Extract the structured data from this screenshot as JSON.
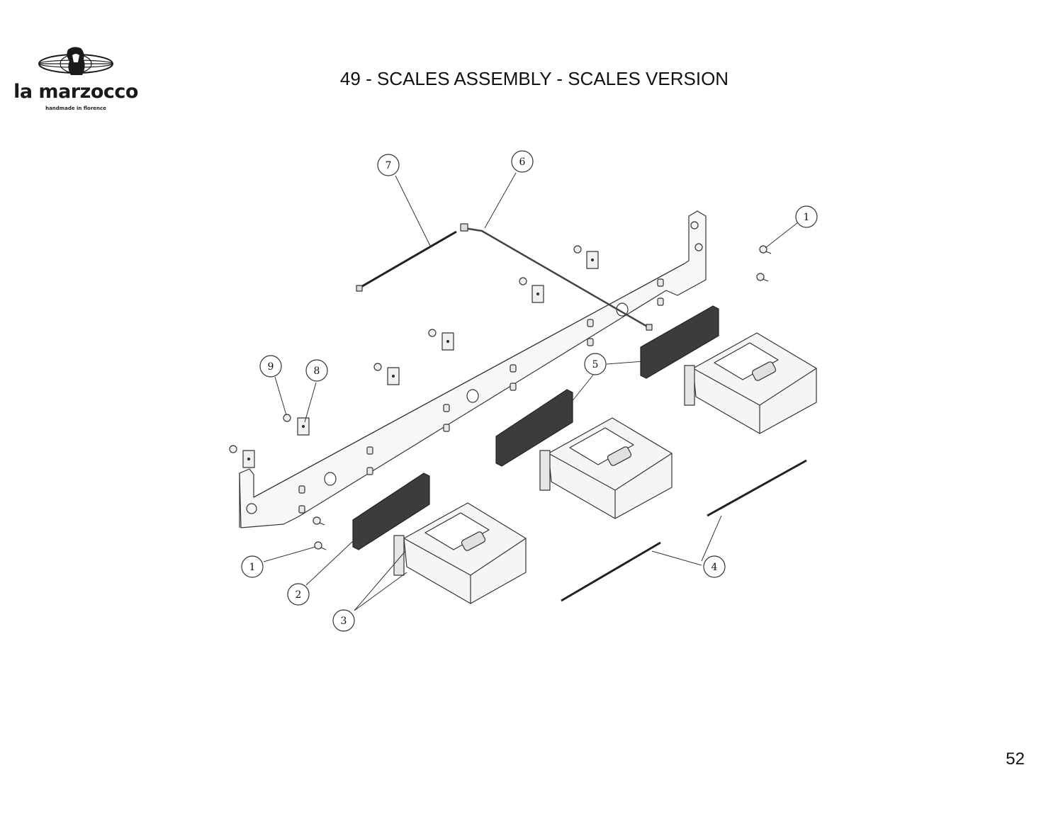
{
  "header": {
    "logo_text": "la marzocco",
    "logo_tagline": "handmade in florence",
    "title": "49 - SCALES ASSEMBLY - SCALES VERSION"
  },
  "footer": {
    "page_number": "52"
  },
  "callouts": [
    {
      "id": "c1a",
      "label": "1"
    },
    {
      "id": "c1b",
      "label": "1"
    },
    {
      "id": "c2",
      "label": "2"
    },
    {
      "id": "c3",
      "label": "3"
    },
    {
      "id": "c4",
      "label": "4"
    },
    {
      "id": "c5",
      "label": "5"
    },
    {
      "id": "c6",
      "label": "6"
    },
    {
      "id": "c7",
      "label": "7"
    },
    {
      "id": "c8",
      "label": "8"
    },
    {
      "id": "c9",
      "label": "9"
    }
  ],
  "colors": {
    "line": "#333333",
    "part_fill": "#f4f4f4",
    "gasket": "#3c3c3c"
  }
}
